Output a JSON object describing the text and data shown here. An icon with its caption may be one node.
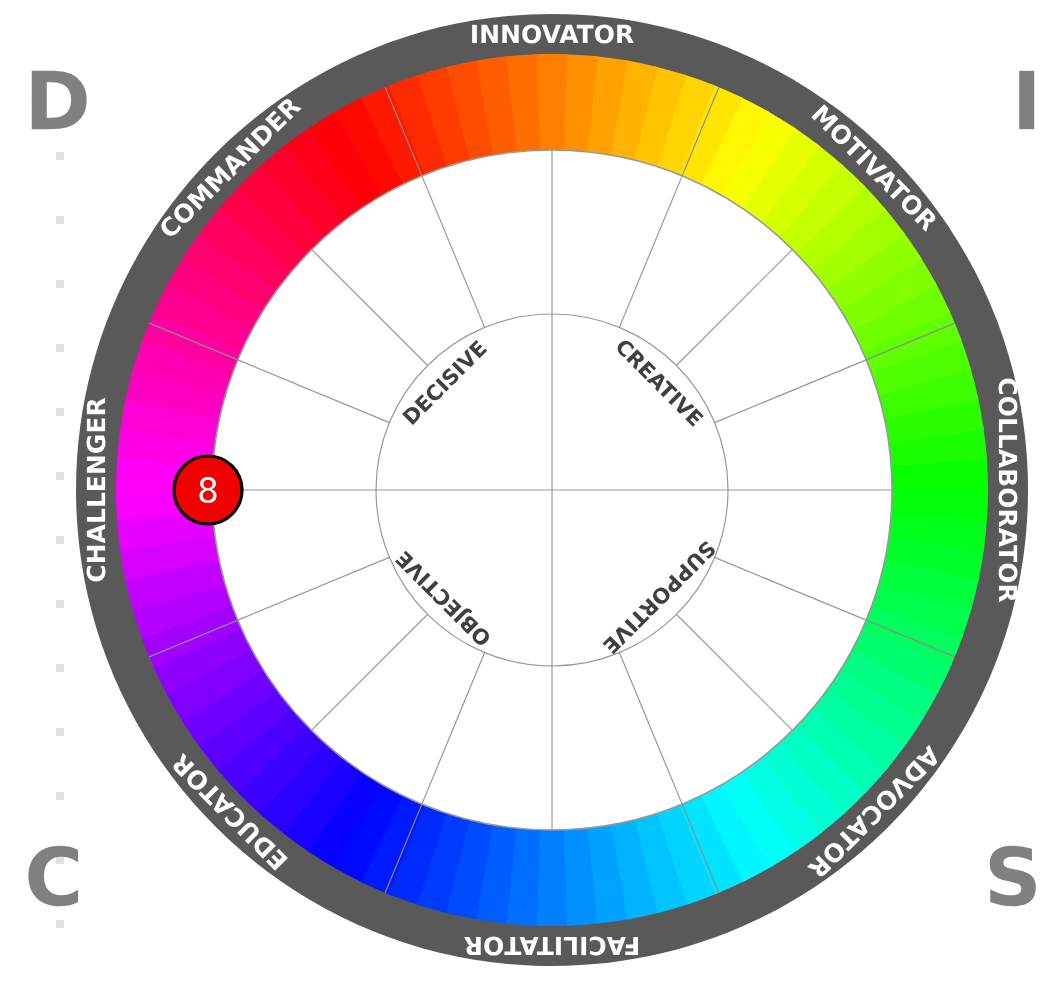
{
  "diagram": {
    "nodes": [
      {
        "text": [
          "INNOVATOR"
        ]
      },
      {
        "text": [
          "COMMANDER"
        ]
      },
      {
        "text": [
          "MOTIVATOR"
        ]
      },
      {
        "text": [
          "DECISIVE"
        ]
      },
      {
        "text": [
          "CREATIVE"
        ]
      },
      {
        "text": [
          "CHALLENGER"
        ]
      },
      {
        "text": [
          "8"
        ]
      },
      {
        "text": [
          "COLLABORATOR"
        ]
      },
      {
        "text": [
          "OBJECTIVE"
        ]
      },
      {
        "text": [
          "SUPPORTIVE"
        ]
      },
      {
        "text": [
          "EDUCATOR"
        ]
      },
      {
        "text": [
          "ADVOCATOR"
        ]
      },
      {
        "text": [
          "FACILITATOR"
        ]
      }
    ],
    "labels": [
      "D",
      "I",
      "C",
      "S"
    ]
  }
}
